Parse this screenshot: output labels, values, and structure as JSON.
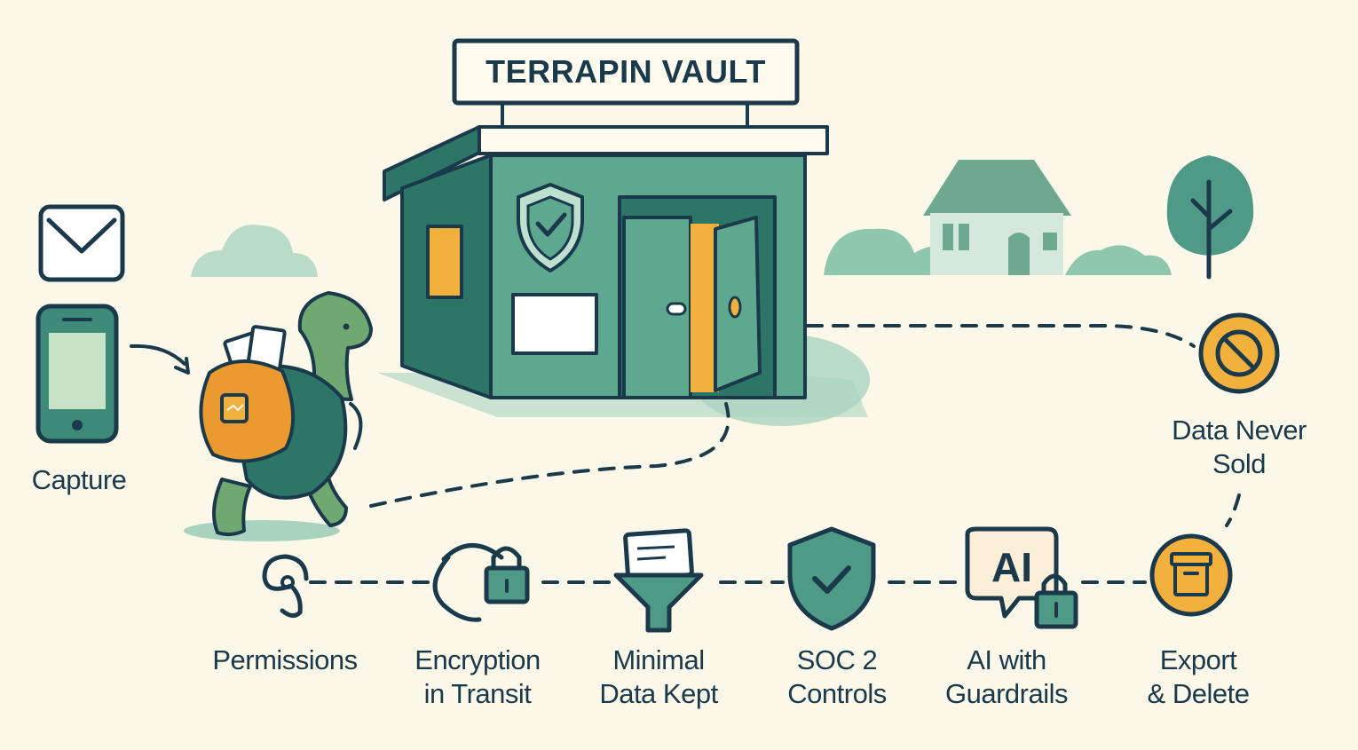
{
  "sign": {
    "title": "TERRAPIN VAULT"
  },
  "badge": {
    "ai": "AI"
  },
  "labels": {
    "capture": "Capture",
    "data_never_sold": "Data Never\nSold",
    "permissions": "Permissions",
    "encryption": "Encryption\nin Transit",
    "minimal": "Minimal\nData Kept",
    "soc2": "SOC 2\nControls",
    "ai_guardrails": "AI with\nGuardrails",
    "export_delete": "Export\n& Delete"
  },
  "colors": {
    "background": "#fcf8e9",
    "navy": "#1a3a4c",
    "teal": "#4e9a86",
    "teal_dark": "#2d7667",
    "mint": "#a9d3bf",
    "orange": "#f1b13c",
    "turtle_green": "#6fa870"
  }
}
